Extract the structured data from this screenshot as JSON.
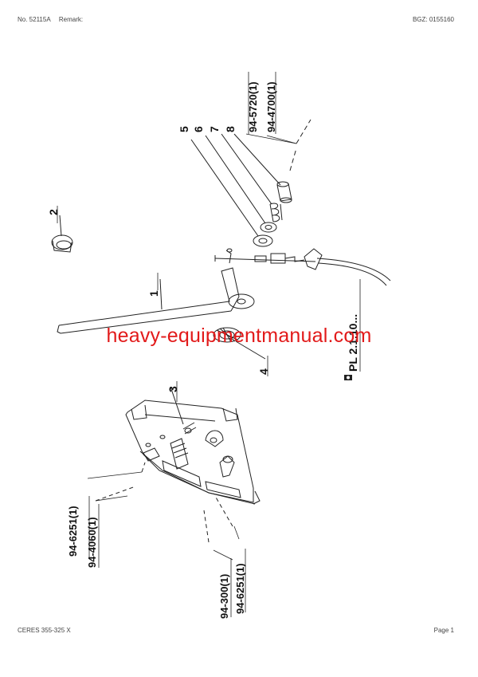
{
  "header": {
    "doc_no": "No. 52115A",
    "remark": "Remark:",
    "bgz": "BGZ: 0155160"
  },
  "footer": {
    "model": "CERES 355-325 X",
    "page": "Page 1"
  },
  "callouts": {
    "c1": "1",
    "c2": "2",
    "c3": "3",
    "c4": "4",
    "c5": "5",
    "c6": "6",
    "c7": "7",
    "c8": "8"
  },
  "part_refs": {
    "r_5720": "94-5720(1)",
    "r_4700": "94-4700(1)",
    "r_6251a": "94-6251(1)",
    "r_4060": "94-4060(1)",
    "r_300": "94-300(1)",
    "r_6251b": "94-6251(1)",
    "plate_ref": "PL 2.1.10..."
  },
  "watermark": "heavy-equipmentmanual.com"
}
